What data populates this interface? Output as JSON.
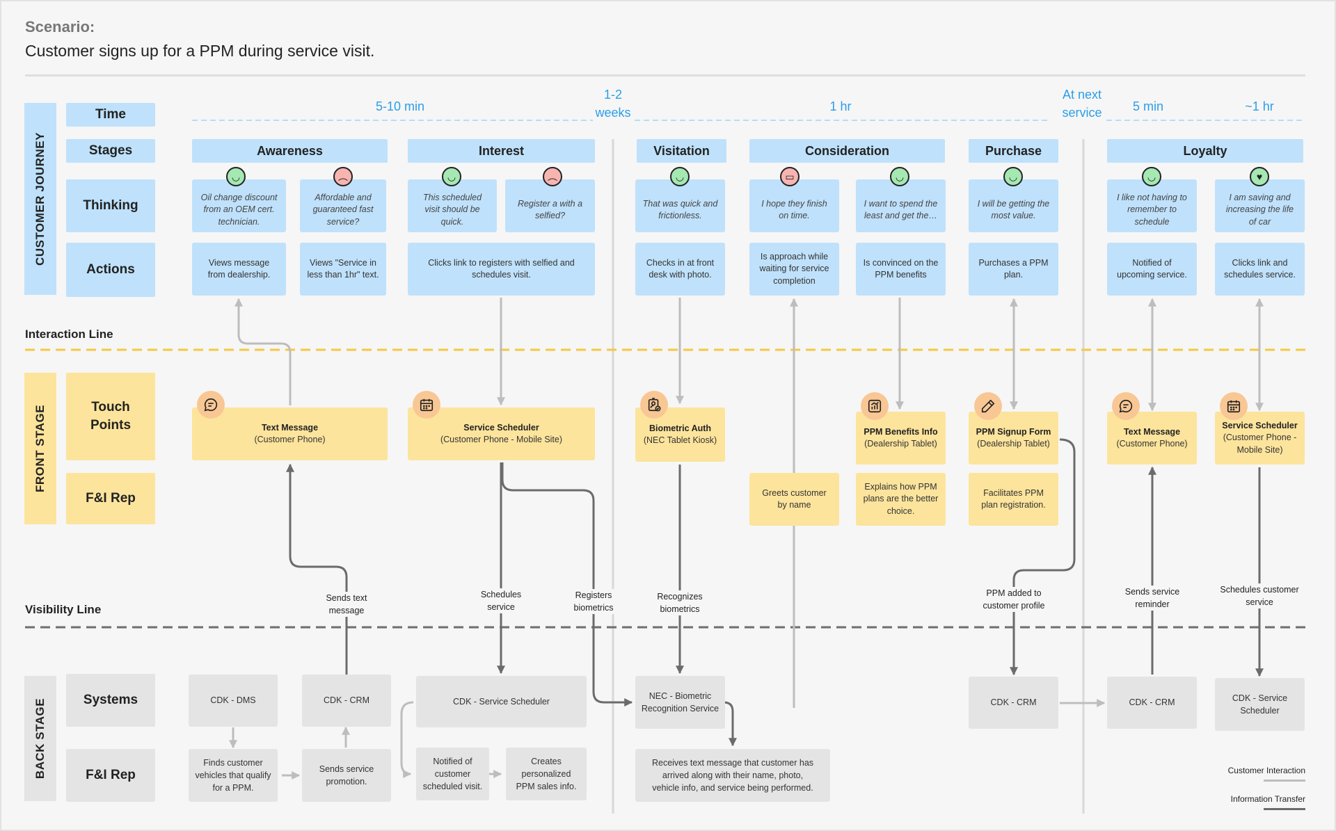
{
  "scenario": {
    "label": "Scenario:",
    "text": "Customer signs up for a PPM during service visit."
  },
  "sections": {
    "customer_journey": "CUSTOMER JOURNEY",
    "front_stage": "FRONT STAGE",
    "back_stage": "BACK STAGE"
  },
  "row_labels": {
    "time": "Time",
    "stages": "Stages",
    "thinking": "Thinking",
    "actions": "Actions",
    "touch_points": "Touch Points",
    "fi_rep_front": "F&I Rep",
    "systems": "Systems",
    "fi_rep_back": "F&I Rep"
  },
  "times": [
    "5-10 min",
    "1-2 weeks",
    "1 hr",
    "At next service",
    "5 min",
    "~1 hr"
  ],
  "stages": [
    "Awareness",
    "Interest",
    "Visitation",
    "Consideration",
    "Purchase",
    "Loyalty"
  ],
  "thinking": [
    {
      "text": "Oil change discount from an OEM cert. technician.",
      "mood": "happy"
    },
    {
      "text": "Affordable and guaranteed fast service?",
      "mood": "sad"
    },
    {
      "text": "This scheduled visit should be quick.",
      "mood": "happy"
    },
    {
      "text": "Register a with a selfied?",
      "mood": "sad"
    },
    {
      "text": "That was quick and frictionless.",
      "mood": "happy"
    },
    {
      "text": "I hope they finish on time.",
      "mood": "worried"
    },
    {
      "text": "I want to spend the least and get the…",
      "mood": "happy"
    },
    {
      "text": "I will be getting the most value.",
      "mood": "happy"
    },
    {
      "text": "I like not having to remember to schedule",
      "mood": "happy"
    },
    {
      "text": "I am saving and increasing the life of car",
      "mood": "love"
    }
  ],
  "actions": [
    "Views message from dealership.",
    "Views \"Service in less than 1hr\" text.",
    "Clicks link to registers with selfied and schedules visit.",
    "Checks in at front desk with photo.",
    "Is approach while waiting for service completion",
    "Is convinced on the PPM benefits",
    "Purchases a PPM plan.",
    "Notified of upcoming service.",
    "Clicks link and schedules service."
  ],
  "interaction_line": "Interaction Line",
  "visibility_line": "Visibility Line",
  "touch_points": [
    {
      "title": "Text Message",
      "sub": "(Customer Phone)",
      "icon": "chat-icon"
    },
    {
      "title": "Service Scheduler",
      "sub": "(Customer Phone - Mobile Site)",
      "icon": "calendar-icon"
    },
    {
      "title": "Biometric Auth",
      "sub": "(NEC Tablet Kiosk)",
      "icon": "id-badge-icon"
    },
    {
      "title": "PPM Benefits Info",
      "sub": "(Dealership Tablet)",
      "icon": "chart-icon"
    },
    {
      "title": "PPM Signup Form",
      "sub": "(Dealership Tablet)",
      "icon": "pencil-icon"
    },
    {
      "title": "Text Message",
      "sub": "(Customer Phone)",
      "icon": "chat-icon"
    },
    {
      "title": "Service Scheduler",
      "sub": "(Customer Phone - Mobile Site)",
      "icon": "calendar-icon"
    }
  ],
  "fi_rep_front": [
    "Greets customer by name",
    "Explains how  PPM plans are the better choice.",
    "Facilitates PPM plan registration."
  ],
  "flow_labels": [
    "Sends text message",
    "Schedules service",
    "Registers biometrics",
    "Recognizes biometrics",
    "PPM added to customer profile",
    "Sends service reminder",
    "Schedules customer service"
  ],
  "systems": [
    "CDK - DMS",
    "CDK - CRM",
    "CDK - Service Scheduler",
    "NEC - Biometric Recognition Service",
    "CDK - CRM",
    "CDK - CRM",
    "CDK - Service Scheduler"
  ],
  "fi_rep_back": [
    "Finds customer vehicles that qualify for a PPM.",
    "Sends service promotion.",
    "Notified of customer scheduled visit.",
    "Creates personalized PPM sales info.",
    "Receives text message that customer has arrived along with their name, photo, vehicle info, and service being performed."
  ],
  "legend": {
    "customer_interaction": "Customer Interaction",
    "information_transfer": "Information Transfer"
  },
  "colors": {
    "journey": "#bfe1fb",
    "front_stage": "#fde49c",
    "back_stage": "#e4e4e4",
    "time_text": "#2a9ee8",
    "interaction_line": "#f5c842",
    "icon_circle": "#f8c794",
    "happy_face": "#a5e8b2",
    "sad_face": "#f7b4b1"
  }
}
